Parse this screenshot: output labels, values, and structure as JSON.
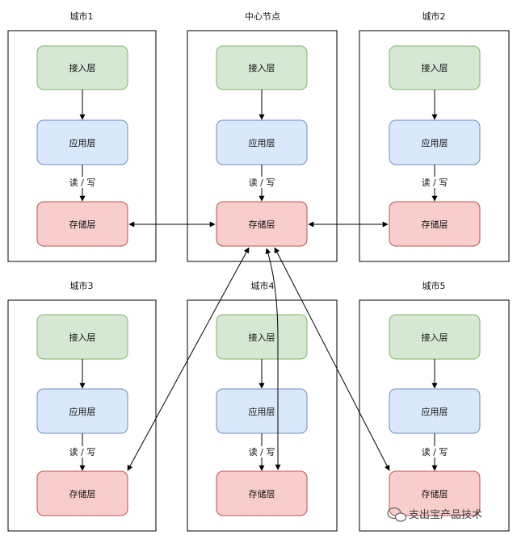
{
  "cities": [
    {
      "title": "城市1",
      "access": "接入层",
      "app": "应用层",
      "rw": "读 / 写",
      "storage": "存储层"
    },
    {
      "title": "中心节点",
      "access": "接入层",
      "app": "应用层",
      "rw": "读 / 写",
      "storage": "存储层"
    },
    {
      "title": "城市2",
      "access": "接入层",
      "app": "应用层",
      "rw": "读 / 写",
      "storage": "存储层"
    },
    {
      "title": "城市3",
      "access": "接入层",
      "app": "应用层",
      "rw": "读 / 写",
      "storage": "存储层"
    },
    {
      "title": "城市4",
      "access": "接入层",
      "app": "应用层",
      "rw": "读 / 写",
      "storage": "存储层"
    },
    {
      "title": "城市5",
      "access": "接入层",
      "app": "应用层",
      "rw": "读 / 写",
      "storage": "存储层"
    }
  ],
  "watermark": {
    "text": "支出宝产品技术"
  },
  "colors": {
    "access_fill": "#d5e8d4",
    "access_stroke": "#82b366",
    "app_fill": "#dae8fc",
    "app_stroke": "#6c8ebf",
    "storage_fill": "#f8cecc",
    "storage_stroke": "#b85450",
    "line": "#000000"
  }
}
